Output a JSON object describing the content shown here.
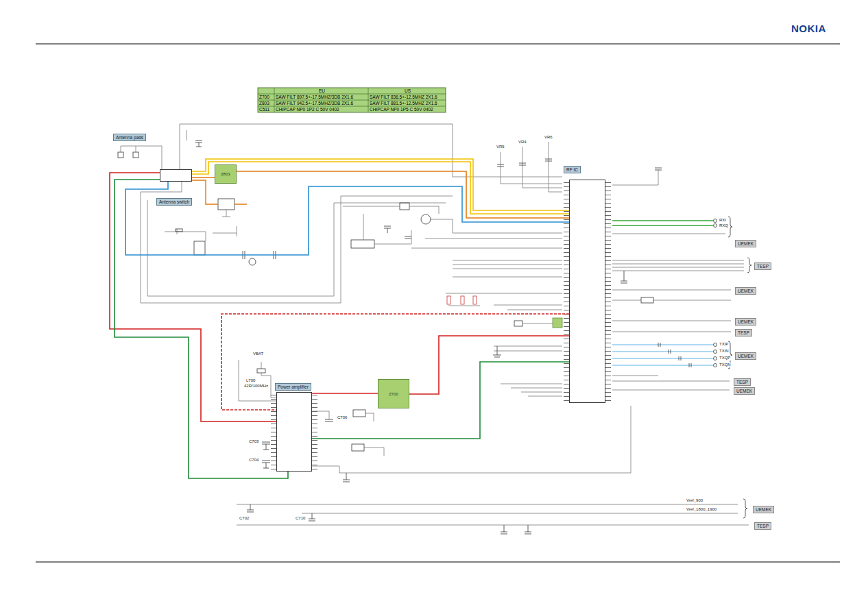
{
  "diagram": {
    "nodes": [
      {
        "text": [
          "Antenna pads"
        ]
      },
      {
        "text": [
          "Antenna switch"
        ]
      },
      {
        "text": [
          "Z803"
        ]
      },
      {
        "text": [
          "RF IC"
        ]
      },
      {
        "text": [
          "Z700"
        ]
      },
      {
        "text": [
          "Power amplifier"
        ]
      },
      {
        "text": [
          "UEMEK"
        ]
      },
      {
        "text": [
          "TESP"
        ]
      },
      {
        "text": [
          "UEMEK"
        ]
      },
      {
        "text": [
          "UEMEK"
        ]
      },
      {
        "text": [
          "TESP"
        ]
      },
      {
        "text": [
          "UEMEK"
        ]
      },
      {
        "text": [
          "TESP"
        ]
      },
      {
        "text": [
          "UEMEK"
        ]
      },
      {
        "text": [
          "UEMEK"
        ]
      },
      {
        "text": [
          "TESP"
        ]
      }
    ],
    "edges": [
      {
        "from": 1,
        "to": 3,
        "arrow": "none"
      },
      {
        "from": 1,
        "to": 3,
        "arrow": "none"
      },
      {
        "from": 1,
        "to": 2,
        "arrow": "none"
      },
      {
        "from": 2,
        "to": 3,
        "arrow": "none"
      },
      {
        "from": 1,
        "to": 3,
        "arrow": "none"
      },
      {
        "from": 3,
        "to": 4,
        "arrow": "none"
      },
      {
        "from": 4,
        "to": 5,
        "arrow": "none"
      },
      {
        "from": 3,
        "to": 5,
        "arrow": "none"
      },
      {
        "from": 5,
        "to": 1,
        "arrow": "none"
      },
      {
        "from": 5,
        "to": 1,
        "arrow": "none"
      },
      {
        "from": 3,
        "to": 5,
        "arrow": "none"
      }
    ],
    "labels": [
      "NOKIA",
      "EU",
      "US",
      "Z700",
      "SAW FILT 897.5+-17.5MHZ/3DB 2X1.6",
      "SAW FILT 836.5+-12.5MHZ 2X1.6",
      "Z803",
      "SAW FILT 942.5+-17.5MHZ/3DB 2X1.6",
      "SAW FILT 881.5+-12.5MHZ 2X1.6",
      "C511",
      "CHIPCAP NP0 1P2 C 50V 0402",
      "CHIPCAP NP0 1P5 C 50V 0402",
      "RXI",
      "RXQ",
      "TXIP",
      "TXIN",
      "TXQP",
      "TXQN",
      "VR5",
      "VR4",
      "VR6",
      "L700",
      "42R/100MHz",
      "VBAT",
      "C703",
      "C704",
      "C706",
      "C702",
      "C710",
      "Vref_900",
      "Vref_1800_1900"
    ]
  }
}
